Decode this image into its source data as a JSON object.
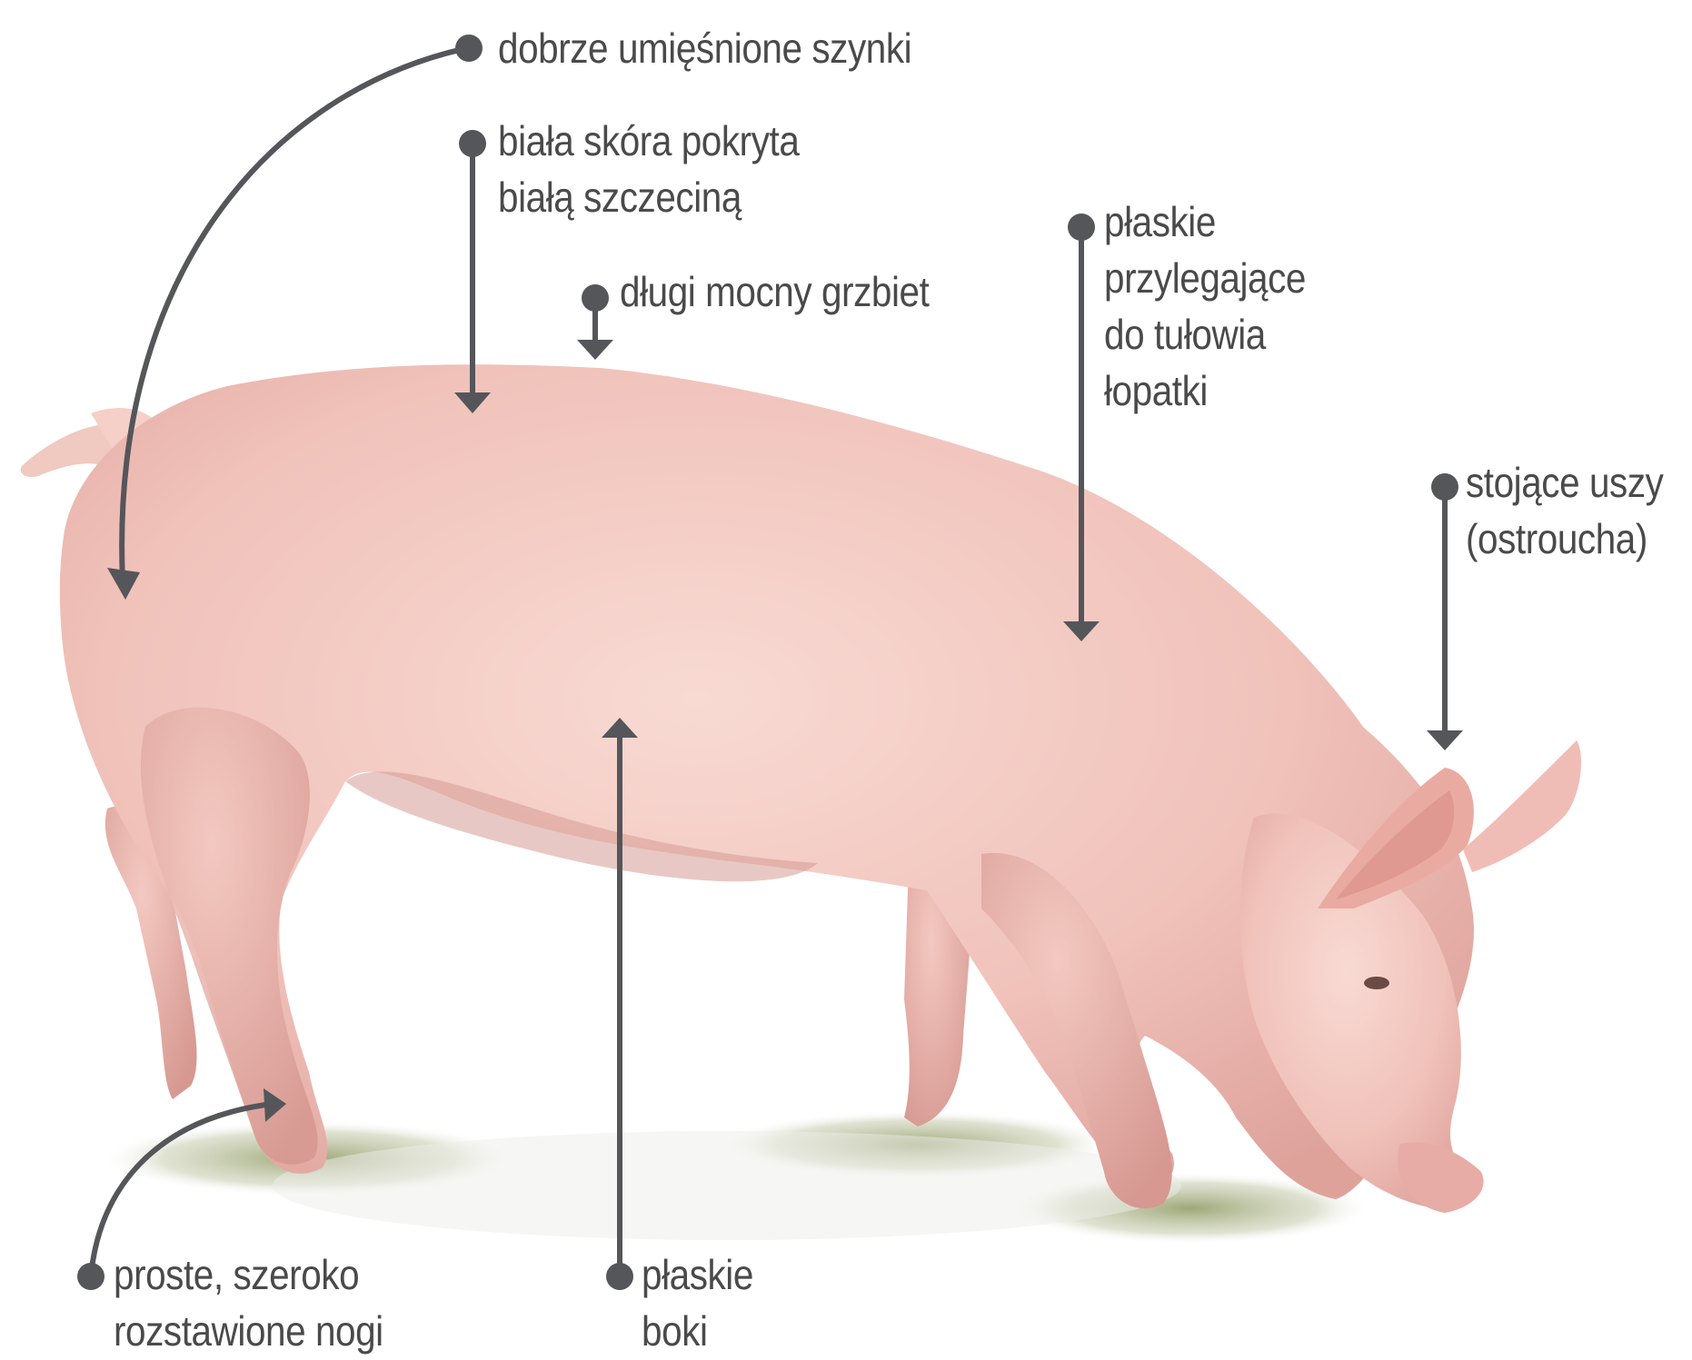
{
  "labels": {
    "hams": [
      "dobrze umięśnione szynki"
    ],
    "skin": [
      "biała skóra pokryta",
      "białą szczeciną"
    ],
    "back": [
      "długi mocny grzbiet"
    ],
    "shoulders": [
      "płaskie",
      "przylegające",
      "do tułowia",
      "łopatki"
    ],
    "ears": [
      "stojące uszy",
      "(ostroucha)"
    ],
    "legs": [
      "proste, szeroko",
      "rozstawione nogi"
    ],
    "sides": [
      "płaskie",
      "boki"
    ]
  },
  "colors": {
    "line": "#55565a",
    "text": "#4a4a4a",
    "pig_body": "#f2c6bf",
    "pig_shadow": "#d99a94",
    "grass": "#7d8a52"
  }
}
